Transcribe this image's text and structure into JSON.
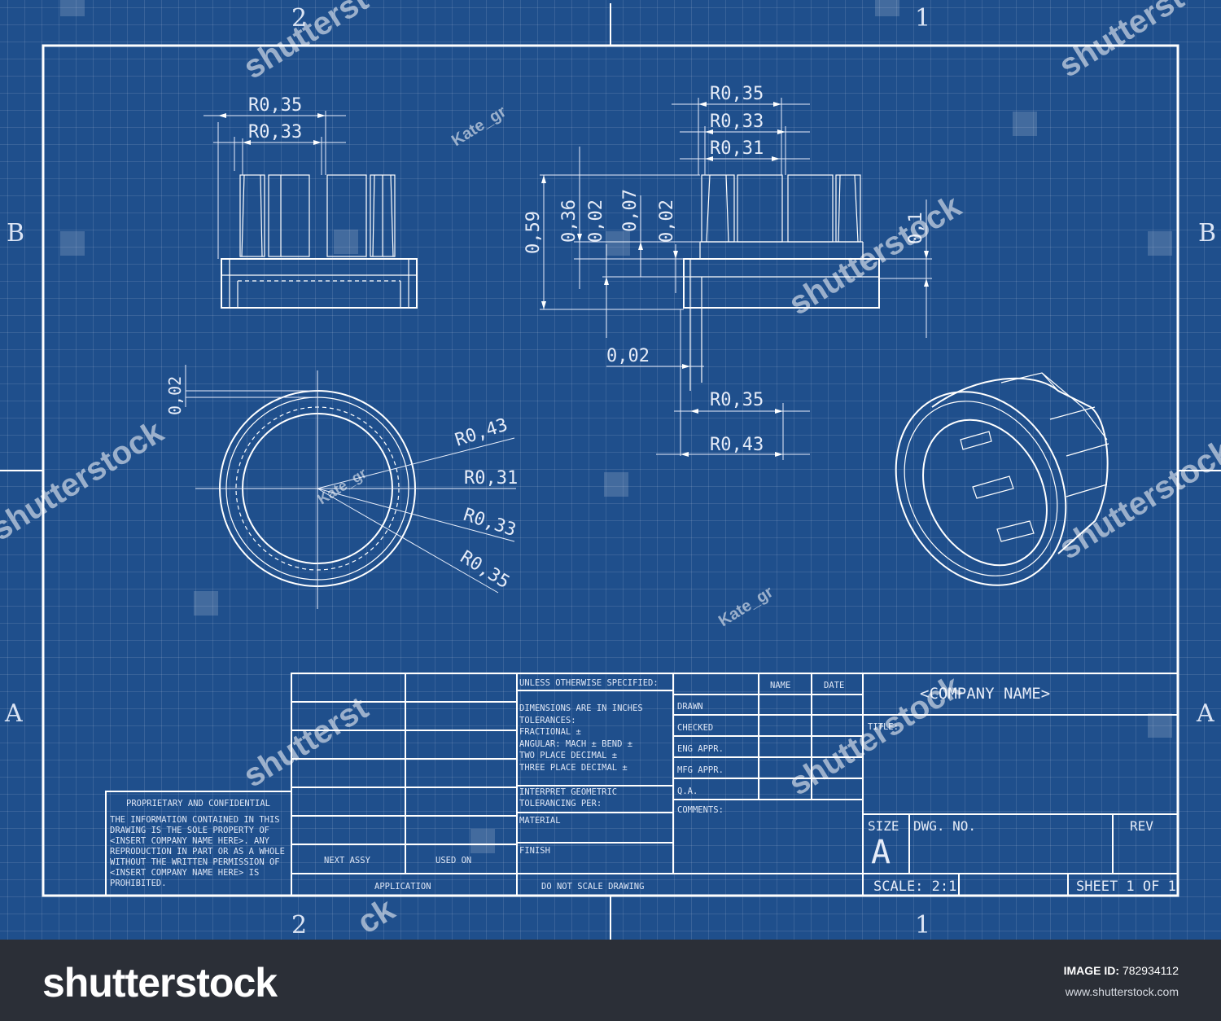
{
  "dimensions": {
    "top_left": [
      "R0,35",
      "R0,33"
    ],
    "top_right": [
      "R0,35",
      "R0,33",
      "R0,31"
    ],
    "vertical": [
      "0,59",
      "0,36",
      "0,02",
      "0,07",
      "0,02",
      "0,1"
    ],
    "section_bottom": [
      "0,02",
      "R0,35",
      "R0,43"
    ],
    "circle_side": "0,02",
    "circle_radii": [
      "R0,43",
      "R0,31",
      "R0,33",
      "R0,35"
    ]
  },
  "zones": {
    "top": [
      "2",
      "1"
    ],
    "bottom": [
      "2",
      "1"
    ],
    "side": [
      "B",
      "A"
    ]
  },
  "watermarks": {
    "author": "Kate_gr",
    "brand": "shutterstock",
    "brand_partial": "shutterst",
    "brand_end": "ck"
  },
  "proprietary": {
    "title": "PROPRIETARY AND CONFIDENTIAL",
    "lines": [
      "THE INFORMATION CONTAINED IN THIS",
      "DRAWING IS THE SOLE PROPERTY OF",
      "<INSERT COMPANY NAME HERE>. ANY",
      "REPRODUCTION IN PART OR AS A WHOLE",
      "WITHOUT THE WRITTEN PERMISSION OF",
      "<INSERT COMPANY NAME HERE> IS",
      "PROHIBITED."
    ]
  },
  "assy": {
    "next_assy": "NEXT ASSY",
    "used_on": "USED ON",
    "application": "APPLICATION"
  },
  "spec": {
    "header": "UNLESS OTHERWISE SPECIFIED:",
    "lines": [
      "DIMENSIONS ARE IN INCHES",
      "TOLERANCES:",
      "FRACTIONAL ±",
      "ANGULAR: MACH  ±   BEND ±",
      "TWO PLACE DECIMAL    ±",
      "THREE PLACE DECIMAL  ±"
    ],
    "interpret": [
      "INTERPRET GEOMETRIC",
      "TOLERANCING PER:"
    ],
    "material": "MATERIAL",
    "finish": "FINISH",
    "no_scale": "DO NOT SCALE DRAWING"
  },
  "approvals": {
    "name": "NAME",
    "date": "DATE",
    "rows": [
      "DRAWN",
      "CHECKED",
      "ENG APPR.",
      "MFG APPR.",
      "Q.A."
    ],
    "comments": "COMMENTS:"
  },
  "title_block": {
    "company": "<COMPANY NAME>",
    "title": "TITLE:",
    "size_label": "SIZE",
    "size_value": "A",
    "dwg_no": "DWG.  NO.",
    "rev": "REV",
    "scale": "SCALE: 2:1",
    "sheet": "SHEET 1 OF 1"
  },
  "footer": {
    "brand": "shutterstock",
    "id_label": "IMAGE ID:",
    "id_value": "782934112",
    "url": "www.shutterstock.com"
  }
}
